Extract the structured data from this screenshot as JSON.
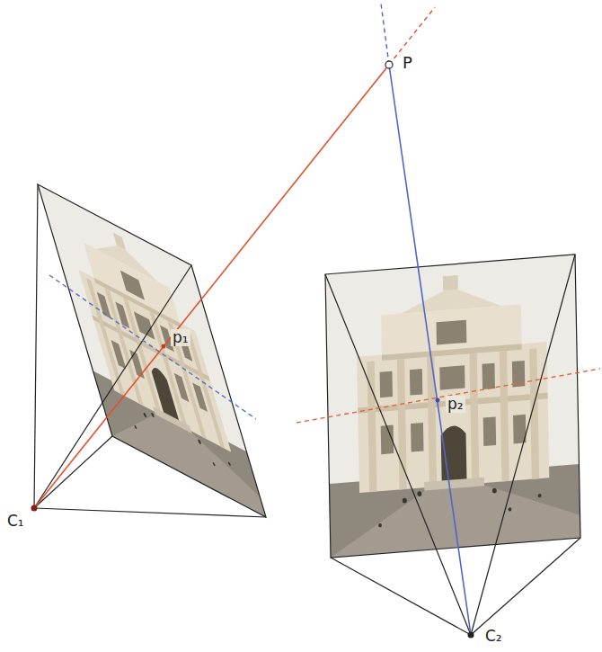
{
  "diagram": {
    "labels": [
      "P",
      "p₁",
      "p₂",
      "C₁",
      "C₂"
    ]
  }
}
